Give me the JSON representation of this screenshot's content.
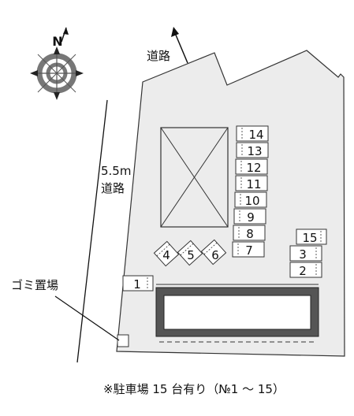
{
  "compass": {
    "north_label": "N"
  },
  "road_top": {
    "label": "道路"
  },
  "road_left": {
    "width_label": "5.5m",
    "label": "道路"
  },
  "garbage": {
    "label": "ゴミ置場"
  },
  "stalls": [
    "1",
    "2",
    "3",
    "4",
    "5",
    "6",
    "7",
    "8",
    "9",
    "10",
    "11",
    "12",
    "13",
    "14",
    "15"
  ],
  "footer": {
    "note": "※駐車場 15 台有り（№1 ～ 15）"
  }
}
